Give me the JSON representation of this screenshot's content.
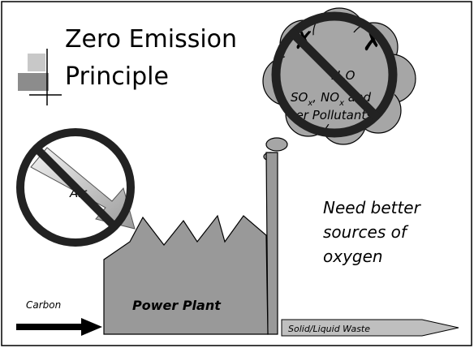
{
  "slide": {
    "title_line1": "Zero Emission",
    "title_line2": "Principle",
    "note_line1": "Need better",
    "note_line2": "sources of",
    "note_line3": "oxygen"
  },
  "diagram": {
    "air_label": "Air",
    "plant_label": "Power Plant",
    "carbon_label": "Carbon",
    "waste_label": "Solid/Liquid Waste",
    "emissions": {
      "h2o": {
        "base": "H",
        "sub": "2",
        "tail": "O"
      },
      "sox": {
        "base": "SO",
        "sub": "x",
        "tail": ","
      },
      "nox": {
        "base": "NO",
        "sub": "x",
        "tail": " and"
      },
      "other": "other Pollutants"
    },
    "colors": {
      "factory": "#999999",
      "cloud": "#a6a6a6",
      "waste_arrow": "#bfbfbf",
      "no_sign": "#222222",
      "title_text": "#000000"
    }
  }
}
